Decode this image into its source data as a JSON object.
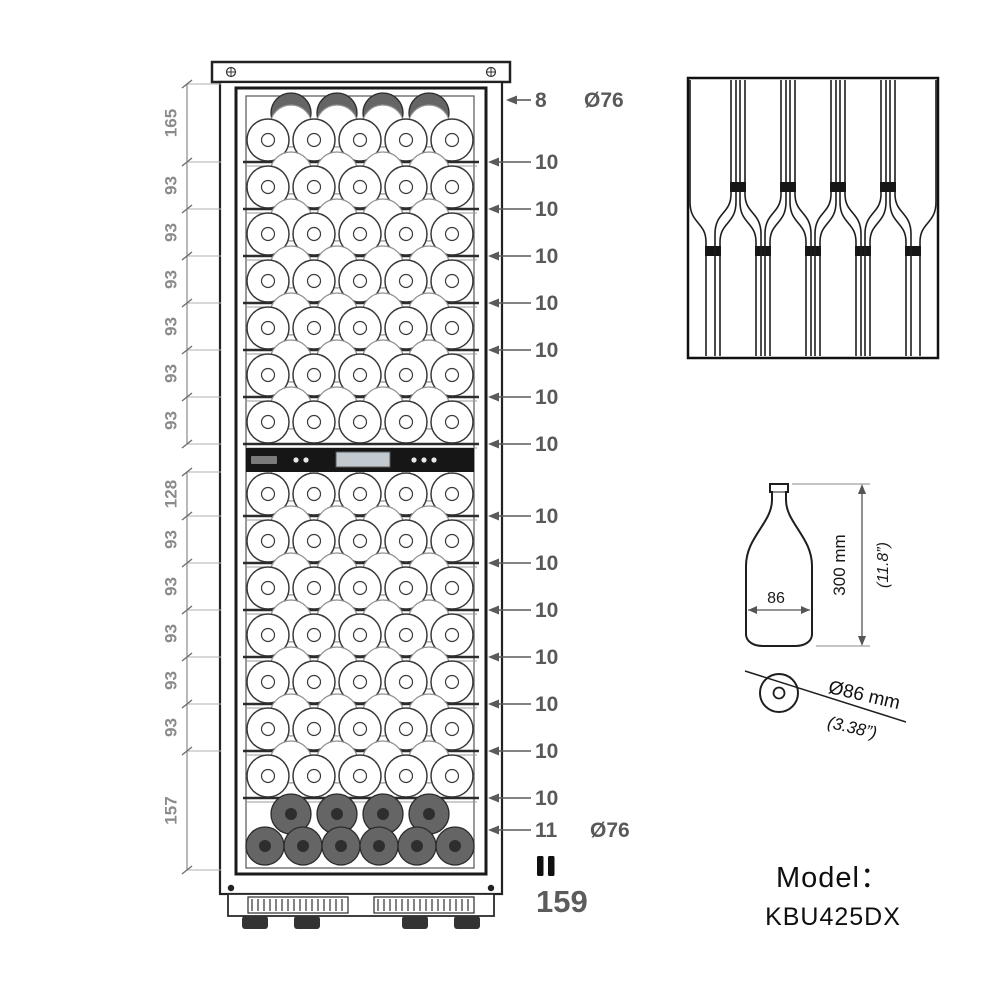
{
  "dims": {
    "left_top": [
      "165",
      "93",
      "93",
      "93",
      "93",
      "93",
      "93"
    ],
    "left_bottom": [
      "128",
      "93",
      "93",
      "93",
      "93",
      "93",
      "157"
    ],
    "right_top": [
      "8",
      "10",
      "10",
      "10",
      "10",
      "10",
      "10",
      "10"
    ],
    "right_bottom": [
      "10",
      "10",
      "10",
      "10",
      "10",
      "10",
      "10",
      "11"
    ],
    "bottom_value": "159",
    "dia_top": "Ø76",
    "dia_bottom": "Ø76"
  },
  "bottle_detail": {
    "height_label": "300 mm",
    "height_alt": "(11.8”)",
    "width_label": "86",
    "dia_label": "Ø86 mm",
    "dia_alt": "(3.38”)"
  },
  "model": {
    "label": "Model：",
    "value": "KBU425DX"
  },
  "counts": {
    "top_shelves": 7,
    "bottom_shelves": 7,
    "bottles_per_shelf_front": 5,
    "bottles_per_shelf_back": 4
  }
}
